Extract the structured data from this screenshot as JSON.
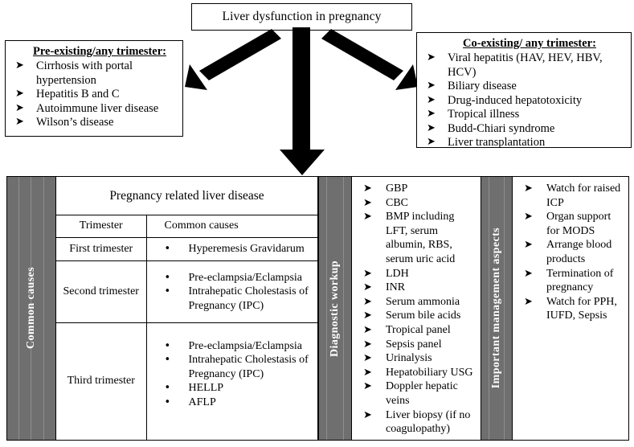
{
  "diagram": {
    "title_box": {
      "text": "Liver dysfunction in pregnancy"
    },
    "pre_existing": {
      "header": "Pre-existing/any trimester:",
      "bullet_glyph": "➤",
      "items": [
        "Cirrhosis with portal hypertension",
        "Hepatitis B and C",
        "Autoimmune liver disease",
        "Wilson’s disease"
      ]
    },
    "co_existing": {
      "header": "Co-existing/ any trimester:",
      "bullet_glyph": "➤",
      "items": [
        "Viral hepatitis (HAV, HEV, HBV, HCV)",
        "Biliary disease",
        "Drug-induced hepatotoxicity",
        "Tropical illness",
        "Budd-Chiari syndrome",
        "Liver transplantation"
      ]
    },
    "bottom_panel": {
      "common_causes_bar_label": "Common causes",
      "diagnostic_bar_label": "Diagnostic workup",
      "management_bar_label": "Important management aspects",
      "table": {
        "title": "Pregnancy related liver disease",
        "bullet_glyph": "•",
        "headers": [
          "Trimester",
          "Common causes"
        ],
        "rows": [
          {
            "trimester": "First trimester",
            "causes": [
              "Hyperemesis Gravidarum"
            ]
          },
          {
            "trimester": "Second trimester",
            "causes": [
              "Pre-eclampsia/Eclampsia",
              "Intrahepatic Cholestasis of Pregnancy (IPC)"
            ]
          },
          {
            "trimester": "Third trimester",
            "causes": [
              "Pre-eclampsia/Eclampsia",
              "Intrahepatic Cholestasis of Pregnancy (IPC)",
              "HELLP",
              "AFLP"
            ]
          }
        ]
      },
      "diagnostic_workup": {
        "bullet_glyph": "➤",
        "items": [
          "GBP",
          "CBC",
          "BMP including LFT, serum albumin, RBS, serum uric acid",
          "LDH",
          "INR",
          "Serum ammonia",
          "Serum bile acids",
          "Tropical panel",
          "Sepsis panel",
          "Urinalysis",
          "Hepatobiliary USG",
          "Doppler hepatic veins",
          "Liver biopsy (if no coagulopathy)"
        ]
      },
      "management": {
        "bullet_glyph": "➤",
        "items": [
          "Watch for raised ICP",
          "Organ support for MODS",
          "Arrange blood products",
          "Termination of pregnancy",
          "Watch for PPH, IUFD, Sepsis"
        ]
      }
    },
    "connectors": {
      "left_arrow_name": "arrow-to-pre-existing",
      "right_arrow_name": "arrow-to-co-existing",
      "down_arrow_name": "arrow-to-pregnancy-related",
      "color": "#000000"
    }
  }
}
